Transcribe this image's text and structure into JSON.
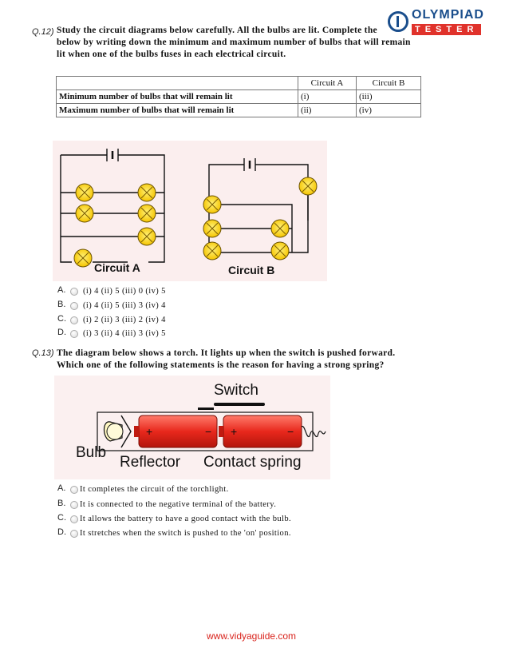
{
  "logo": {
    "top": "OLYMPIAD",
    "bottom": "TESTER"
  },
  "q12": {
    "number": "Q.12)",
    "lines": [
      "Study the circuit diagrams below carefully. All the bulbs are lit. Complete the",
      "below by writing down the minimum and maximum number of bulbs that will remain",
      "lit when one of the bulbs fuses in each electrical circuit."
    ],
    "table": {
      "headers": [
        "",
        "Circuit A",
        "Circuit B"
      ],
      "rows": [
        [
          "Minimum number of bulbs that will remain lit",
          "(i)",
          "(iii)"
        ],
        [
          "Maximum number of bulbs that will remain lit",
          "(ii)",
          "(iv)"
        ]
      ]
    },
    "figure": {
      "label_a": "Circuit A",
      "label_b": "Circuit B"
    },
    "options": [
      {
        "letter": "A.",
        "text": "(i) 4 (ii) 5 (iii) 0 (iv) 5"
      },
      {
        "letter": "B.",
        "text": "(i) 4 (ii) 5 (iii) 3 (iv) 4"
      },
      {
        "letter": "C.",
        "text": "(i) 2 (ii) 3 (iii) 2 (iv) 4"
      },
      {
        "letter": "D.",
        "text": "(i) 3 (ii) 4 (iii) 3 (iv) 5"
      }
    ]
  },
  "q13": {
    "number": "Q.13)",
    "lines": [
      "The diagram below shows a torch. It lights up when the switch is pushed forward.",
      "Which one of the following statements is the reason for having a strong spring?"
    ],
    "figure": {
      "switch": "Switch",
      "bulb": "Bulb",
      "reflector": "Reflector",
      "spring": "Contact spring",
      "plus": "+",
      "minus": "−"
    },
    "options": [
      {
        "letter": "A.",
        "text": "It completes the circuit of the torchlight."
      },
      {
        "letter": "B.",
        "text": "It is connected to the negative terminal of the battery."
      },
      {
        "letter": "C.",
        "text": "It allows the battery to have a good contact with the bulb."
      },
      {
        "letter": "D.",
        "text": "It stretches when the switch is pushed to the 'on' position."
      }
    ]
  },
  "footer": {
    "site": "www.vidyaguide.com"
  }
}
